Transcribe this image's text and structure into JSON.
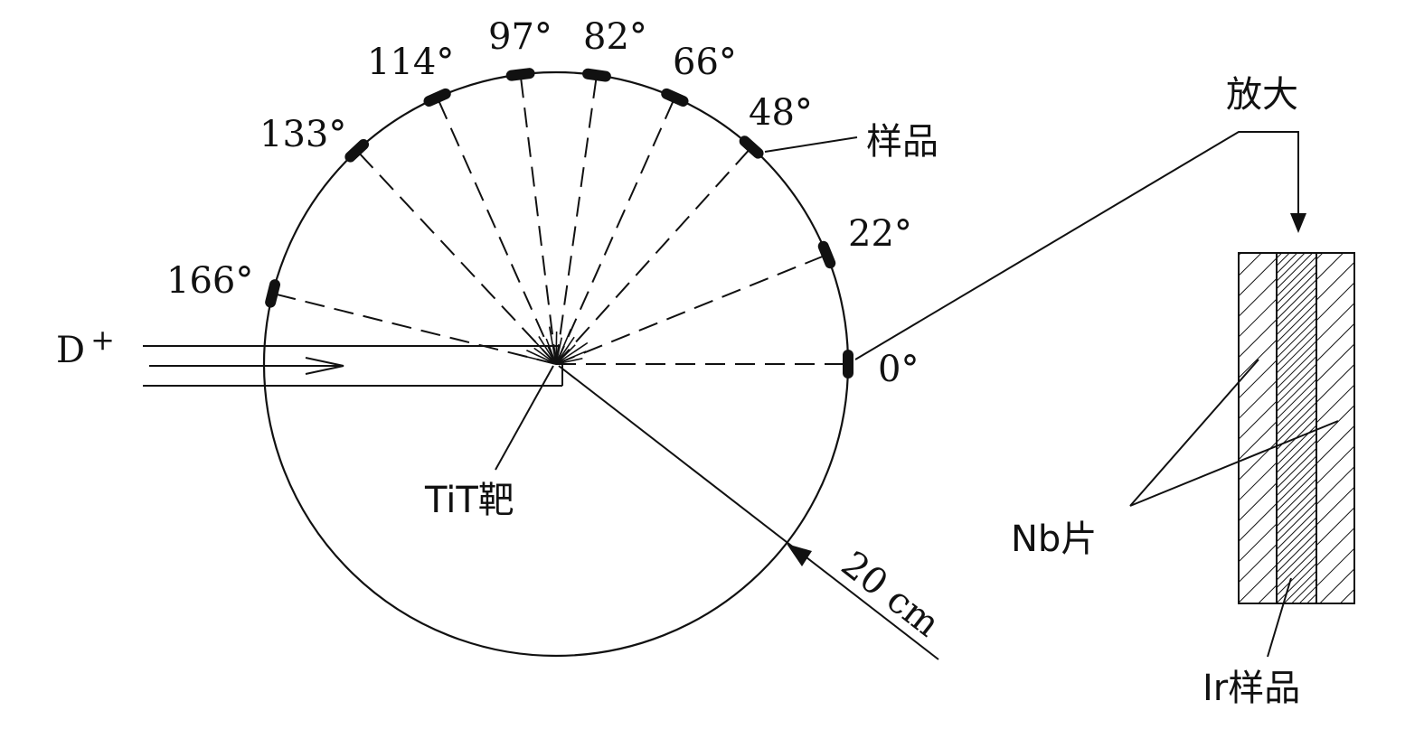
{
  "diagram": {
    "beam_label": "D",
    "beam_charge": "+",
    "target_label": "TiT靶",
    "sample_label": "样品",
    "radius_label": "20 cm",
    "magnify_label": "放大",
    "nb_label": "Nb片",
    "ir_label": "Ir样品",
    "angle_labels": [
      "166°",
      "133°",
      "114°",
      "97°",
      "82°",
      "66°",
      "48°",
      "22°",
      "0°"
    ],
    "detector_angles_deg": [
      166,
      133,
      114,
      97,
      82,
      66,
      48,
      22,
      0
    ]
  }
}
